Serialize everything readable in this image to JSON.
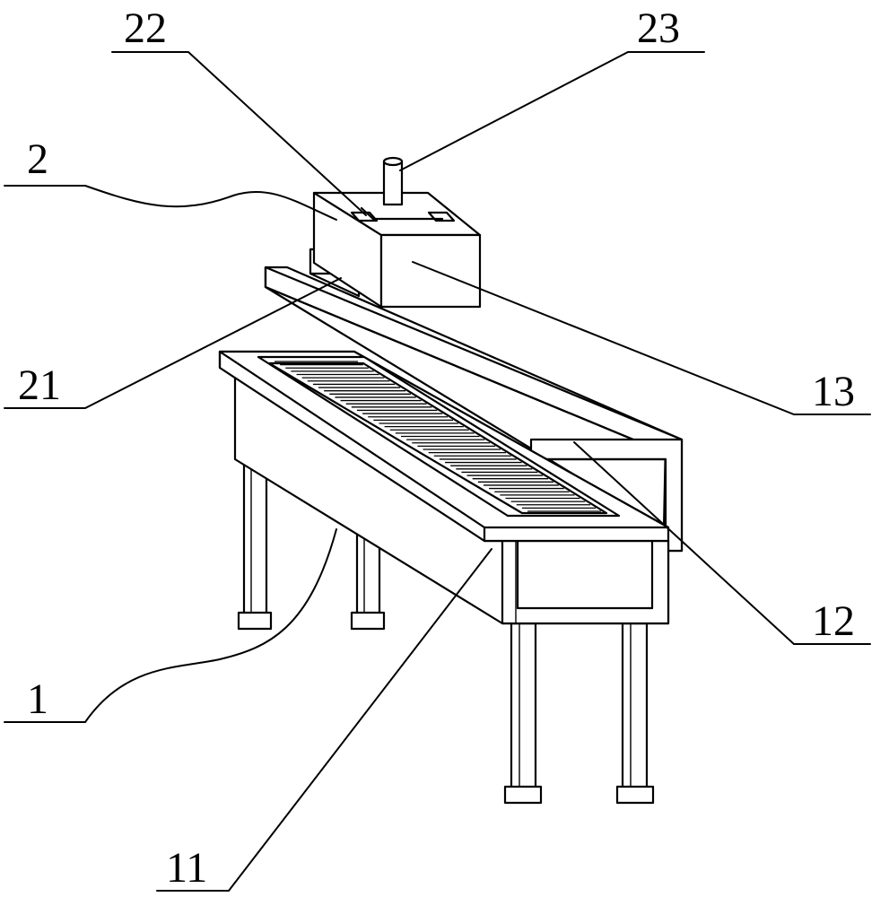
{
  "labels": {
    "l22": "22",
    "l23": "23",
    "l2": "2",
    "l21": "21",
    "l13": "13",
    "l12": "12",
    "l1": "1",
    "l11": "11"
  }
}
